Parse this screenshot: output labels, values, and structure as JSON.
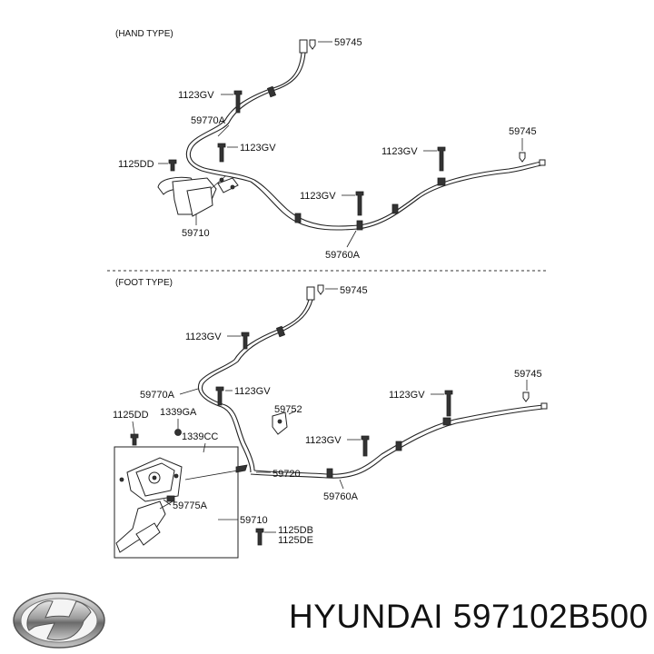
{
  "sections": {
    "hand": "(HAND TYPE)",
    "foot": "(FOOT TYPE)"
  },
  "hand_labels": {
    "p59745_top": "59745",
    "p1123gv_a": "1123GV",
    "p59770a": "59770A",
    "p1123gv_b": "1123GV",
    "p1125dd": "1125DD",
    "p59710": "59710",
    "p1123gv_c": "1123GV",
    "p59745_right": "59745",
    "p1123gv_d": "1123GV",
    "p59760a": "59760A"
  },
  "foot_labels": {
    "p59745_top": "59745",
    "p1123gv_a": "1123GV",
    "p59770a": "59770A",
    "p1123gv_b": "1123GV",
    "p59752": "59752",
    "p1125dd": "1125DD",
    "p1339ga": "1339GA",
    "p1339cc": "1339CC",
    "p59720": "59720",
    "p1123gv_c": "1123GV",
    "p59760a": "59760A",
    "p59775a": "59775A",
    "p59710": "59710",
    "p1125db": "1125DB",
    "p1125de": "1125DE",
    "p1123gv_d": "1123GV",
    "p59745_right": "59745"
  },
  "brand": {
    "text": "HYUNDAI 597102B500",
    "logo_icon": "hyundai-logo-icon"
  }
}
